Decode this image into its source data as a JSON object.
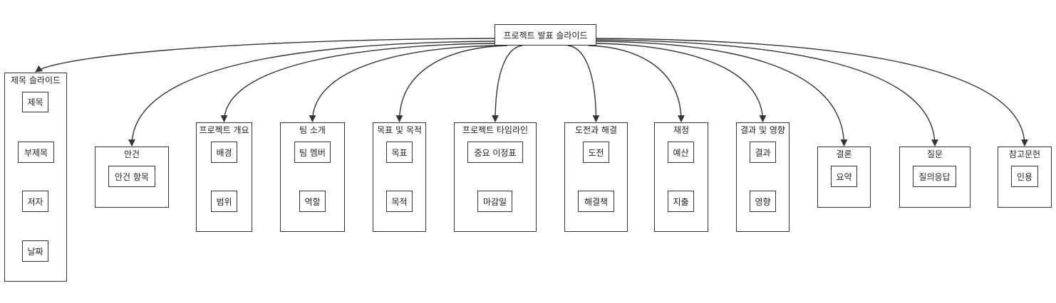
{
  "root": "프로젝트 발표 슬라이드",
  "groups": [
    {
      "title": "제목 슬라이드",
      "items": [
        "제목",
        "부제목",
        "저자",
        "날짜"
      ]
    },
    {
      "title": "안건",
      "items": [
        "안건 항목"
      ]
    },
    {
      "title": "프로젝트 개요",
      "items": [
        "배경",
        "범위"
      ]
    },
    {
      "title": "팀 소개",
      "items": [
        "팀 멤버",
        "역할"
      ]
    },
    {
      "title": "목표 및 목적",
      "items": [
        "목표",
        "목적"
      ]
    },
    {
      "title": "프로젝트 타임라인",
      "items": [
        "중요 이정표",
        "마감일"
      ]
    },
    {
      "title": "도전과 해결",
      "items": [
        "도전",
        "해결책"
      ]
    },
    {
      "title": "재정",
      "items": [
        "예산",
        "지출"
      ]
    },
    {
      "title": "결과 및 영향",
      "items": [
        "결과",
        "영향"
      ]
    },
    {
      "title": "결론",
      "items": [
        "요약"
      ]
    },
    {
      "title": "질문",
      "items": [
        "질의응답"
      ]
    },
    {
      "title": "참고문헌",
      "items": [
        "인용"
      ]
    }
  ]
}
